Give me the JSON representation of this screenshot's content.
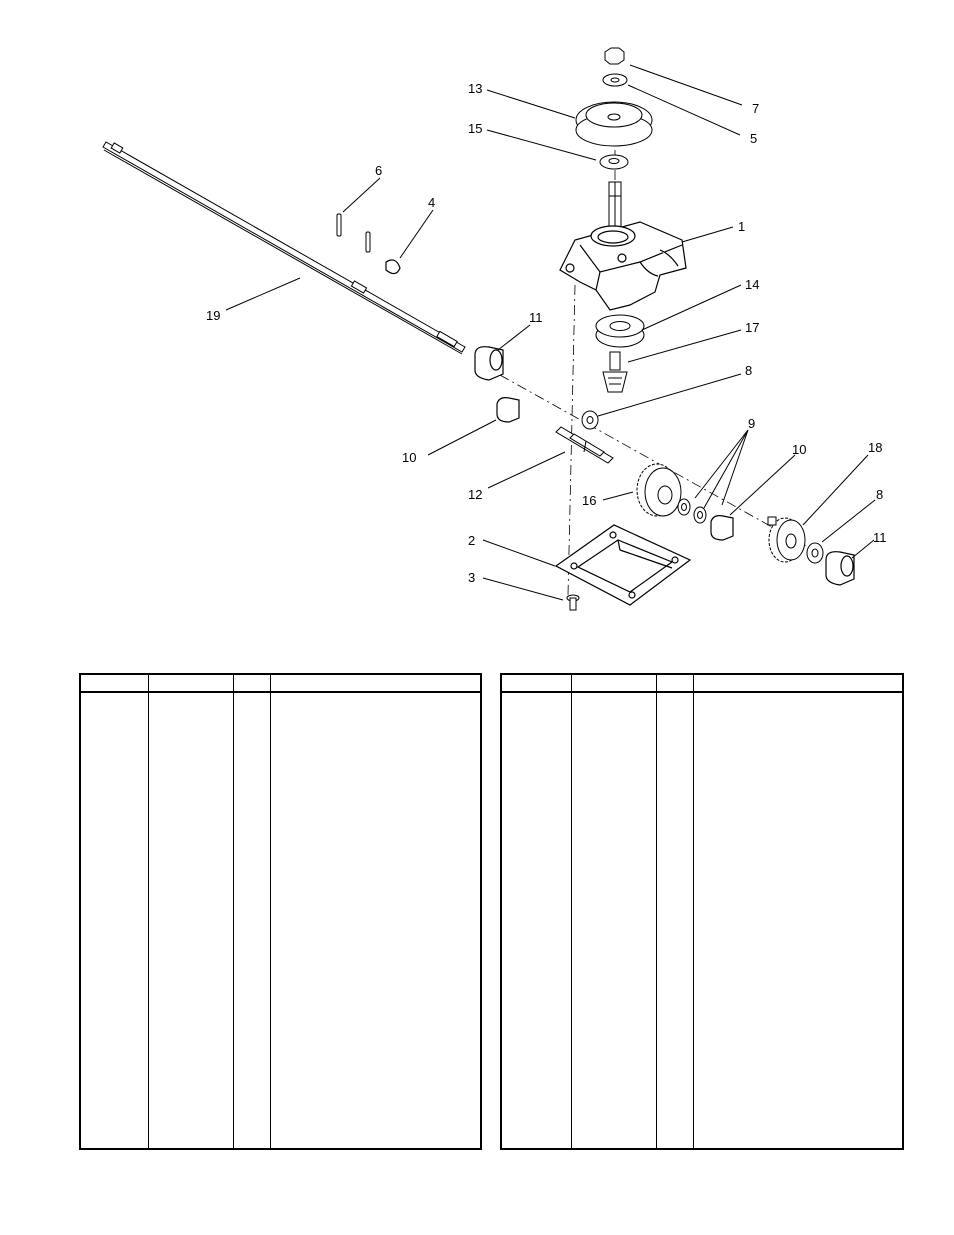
{
  "callouts": {
    "c1": "1",
    "c2": "2",
    "c3": "3",
    "c4": "4",
    "c5": "5",
    "c6": "6",
    "c7": "7",
    "c8a": "8",
    "c8b": "8",
    "c9": "9",
    "c10a": "10",
    "c10b": "10",
    "c11a": "11",
    "c11b": "11",
    "c12": "12",
    "c13": "13",
    "c14": "14",
    "c15": "15",
    "c16": "16",
    "c17": "17",
    "c18": "18",
    "c19": "19"
  },
  "tables": {
    "left": {
      "headers": [
        "",
        "",
        "",
        ""
      ],
      "rows": []
    },
    "right": {
      "headers": [
        "",
        "",
        "",
        ""
      ],
      "rows": []
    }
  }
}
